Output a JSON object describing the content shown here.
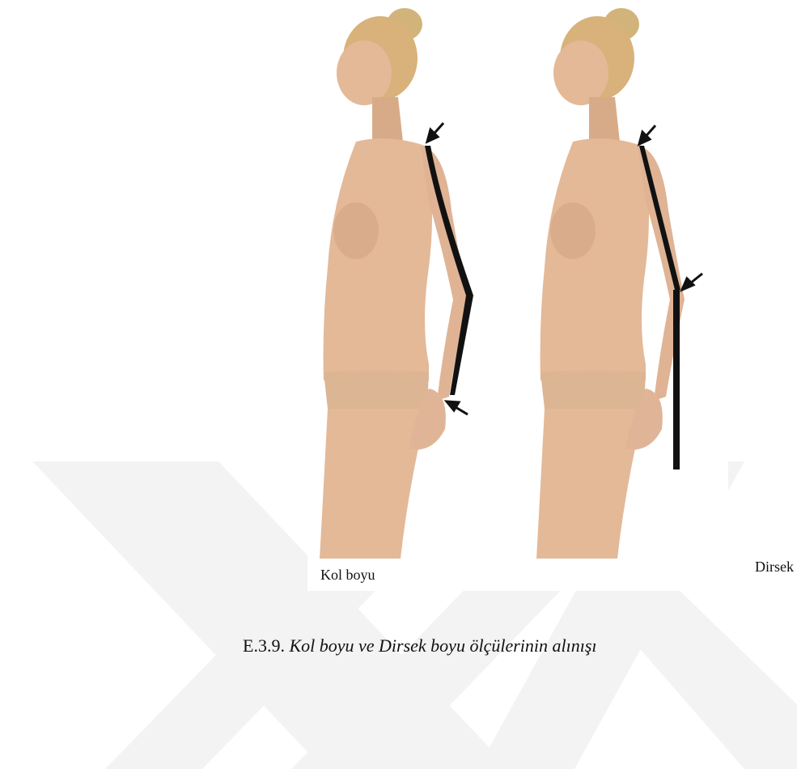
{
  "figure": {
    "left_label": "Kol boyu",
    "right_label": "Dirsek boyu"
  },
  "caption": {
    "number": "E.3.9.",
    "title": "Kol boyu ve Dirsek boyu ölçülerinin alınışı"
  },
  "icons": {
    "watermark": "thesis-center-logo-watermark",
    "arrow": "arrow-pointer-icon",
    "tape": "measuring-tape-icon"
  },
  "colors": {
    "skin": "#e3b998",
    "skin_shadow": "#c99a78",
    "hair": "#d2b47a",
    "underwear": "#dcb595",
    "tape": "#111111",
    "watermark": "#f3f3f3"
  }
}
